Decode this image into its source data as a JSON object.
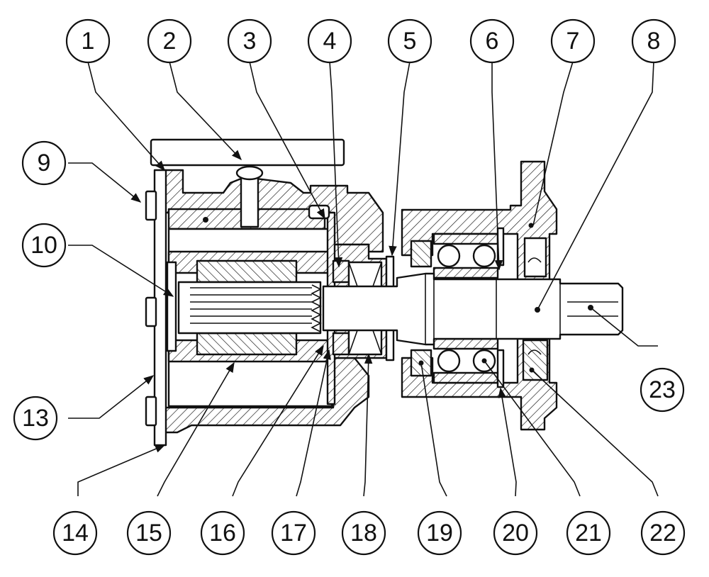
{
  "labels": {
    "l1": "1",
    "l2": "2",
    "l3": "3",
    "l4": "4",
    "l5": "5",
    "l6": "6",
    "l7": "7",
    "l8": "8",
    "l9": "9",
    "l10": "10",
    "l11": "13",
    "l12": "14",
    "l13": "15",
    "l14": "16",
    "l15": "17",
    "l16": "18",
    "l17": "19",
    "l18": "20",
    "l19": "21",
    "l20": "22",
    "l21": "23"
  },
  "colors": {
    "line": "#111111",
    "paper": "#ffffff"
  }
}
